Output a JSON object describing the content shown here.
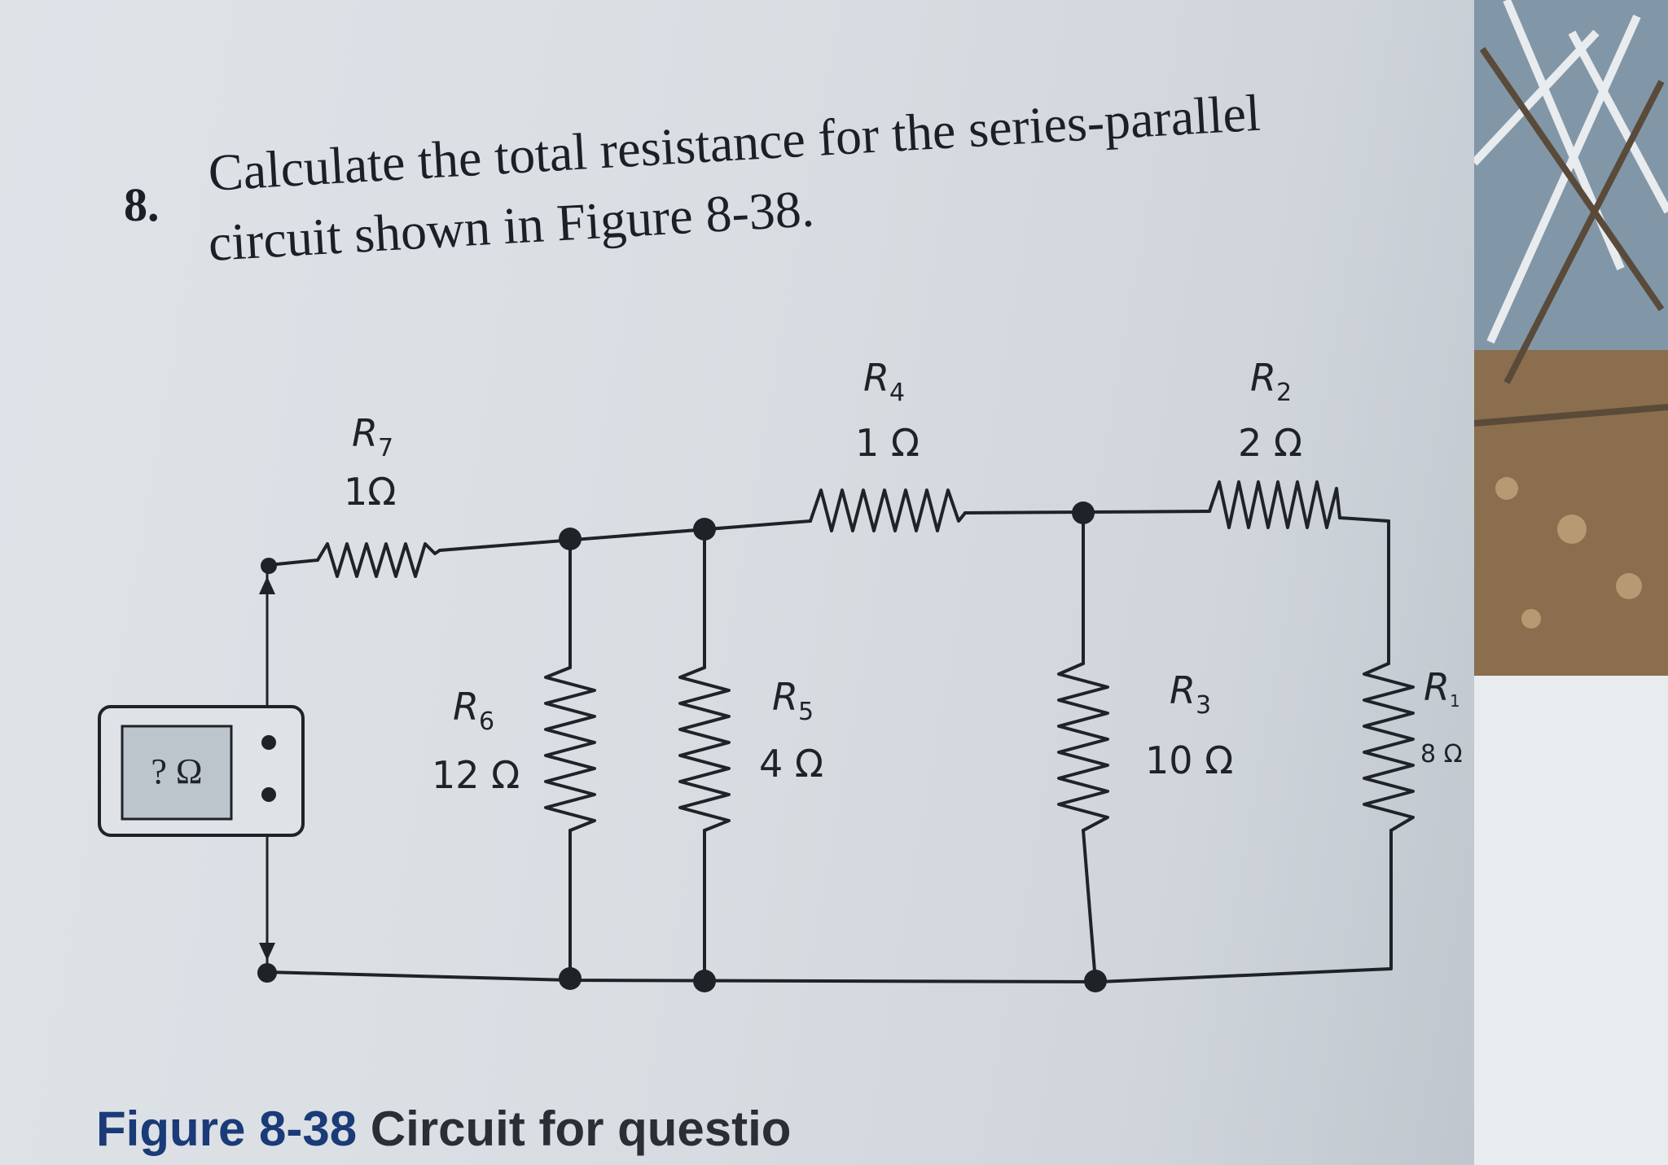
{
  "question": {
    "number": "8.",
    "line1": "Calculate the total resistance for the series-parallel",
    "line2": "circuit shown in Figure 8-38."
  },
  "meter": {
    "reading": "? Ω"
  },
  "resistors": {
    "r7": {
      "name": "R",
      "sub": "7",
      "value": "1Ω"
    },
    "r4": {
      "name": "R",
      "sub": "4",
      "value": "1 Ω"
    },
    "r2": {
      "name": "R",
      "sub": "2",
      "value": "2 Ω"
    },
    "r6": {
      "name": "R",
      "sub": "6",
      "value": "12 Ω"
    },
    "r5": {
      "name": "R",
      "sub": "5",
      "value": "4 Ω"
    },
    "r3": {
      "name": "R",
      "sub": "3",
      "value": "10 Ω"
    },
    "r1": {
      "name": "R",
      "sub": "1",
      "value": "8 Ω"
    }
  },
  "caption": {
    "figure": "Figure 8-38",
    "rest": "Circuit for questio"
  },
  "colors": {
    "ink": "#1f2328",
    "caption_blue": "#1b3a78",
    "page": "#dfe3e8",
    "meter_screen": "#bcc4cc"
  }
}
